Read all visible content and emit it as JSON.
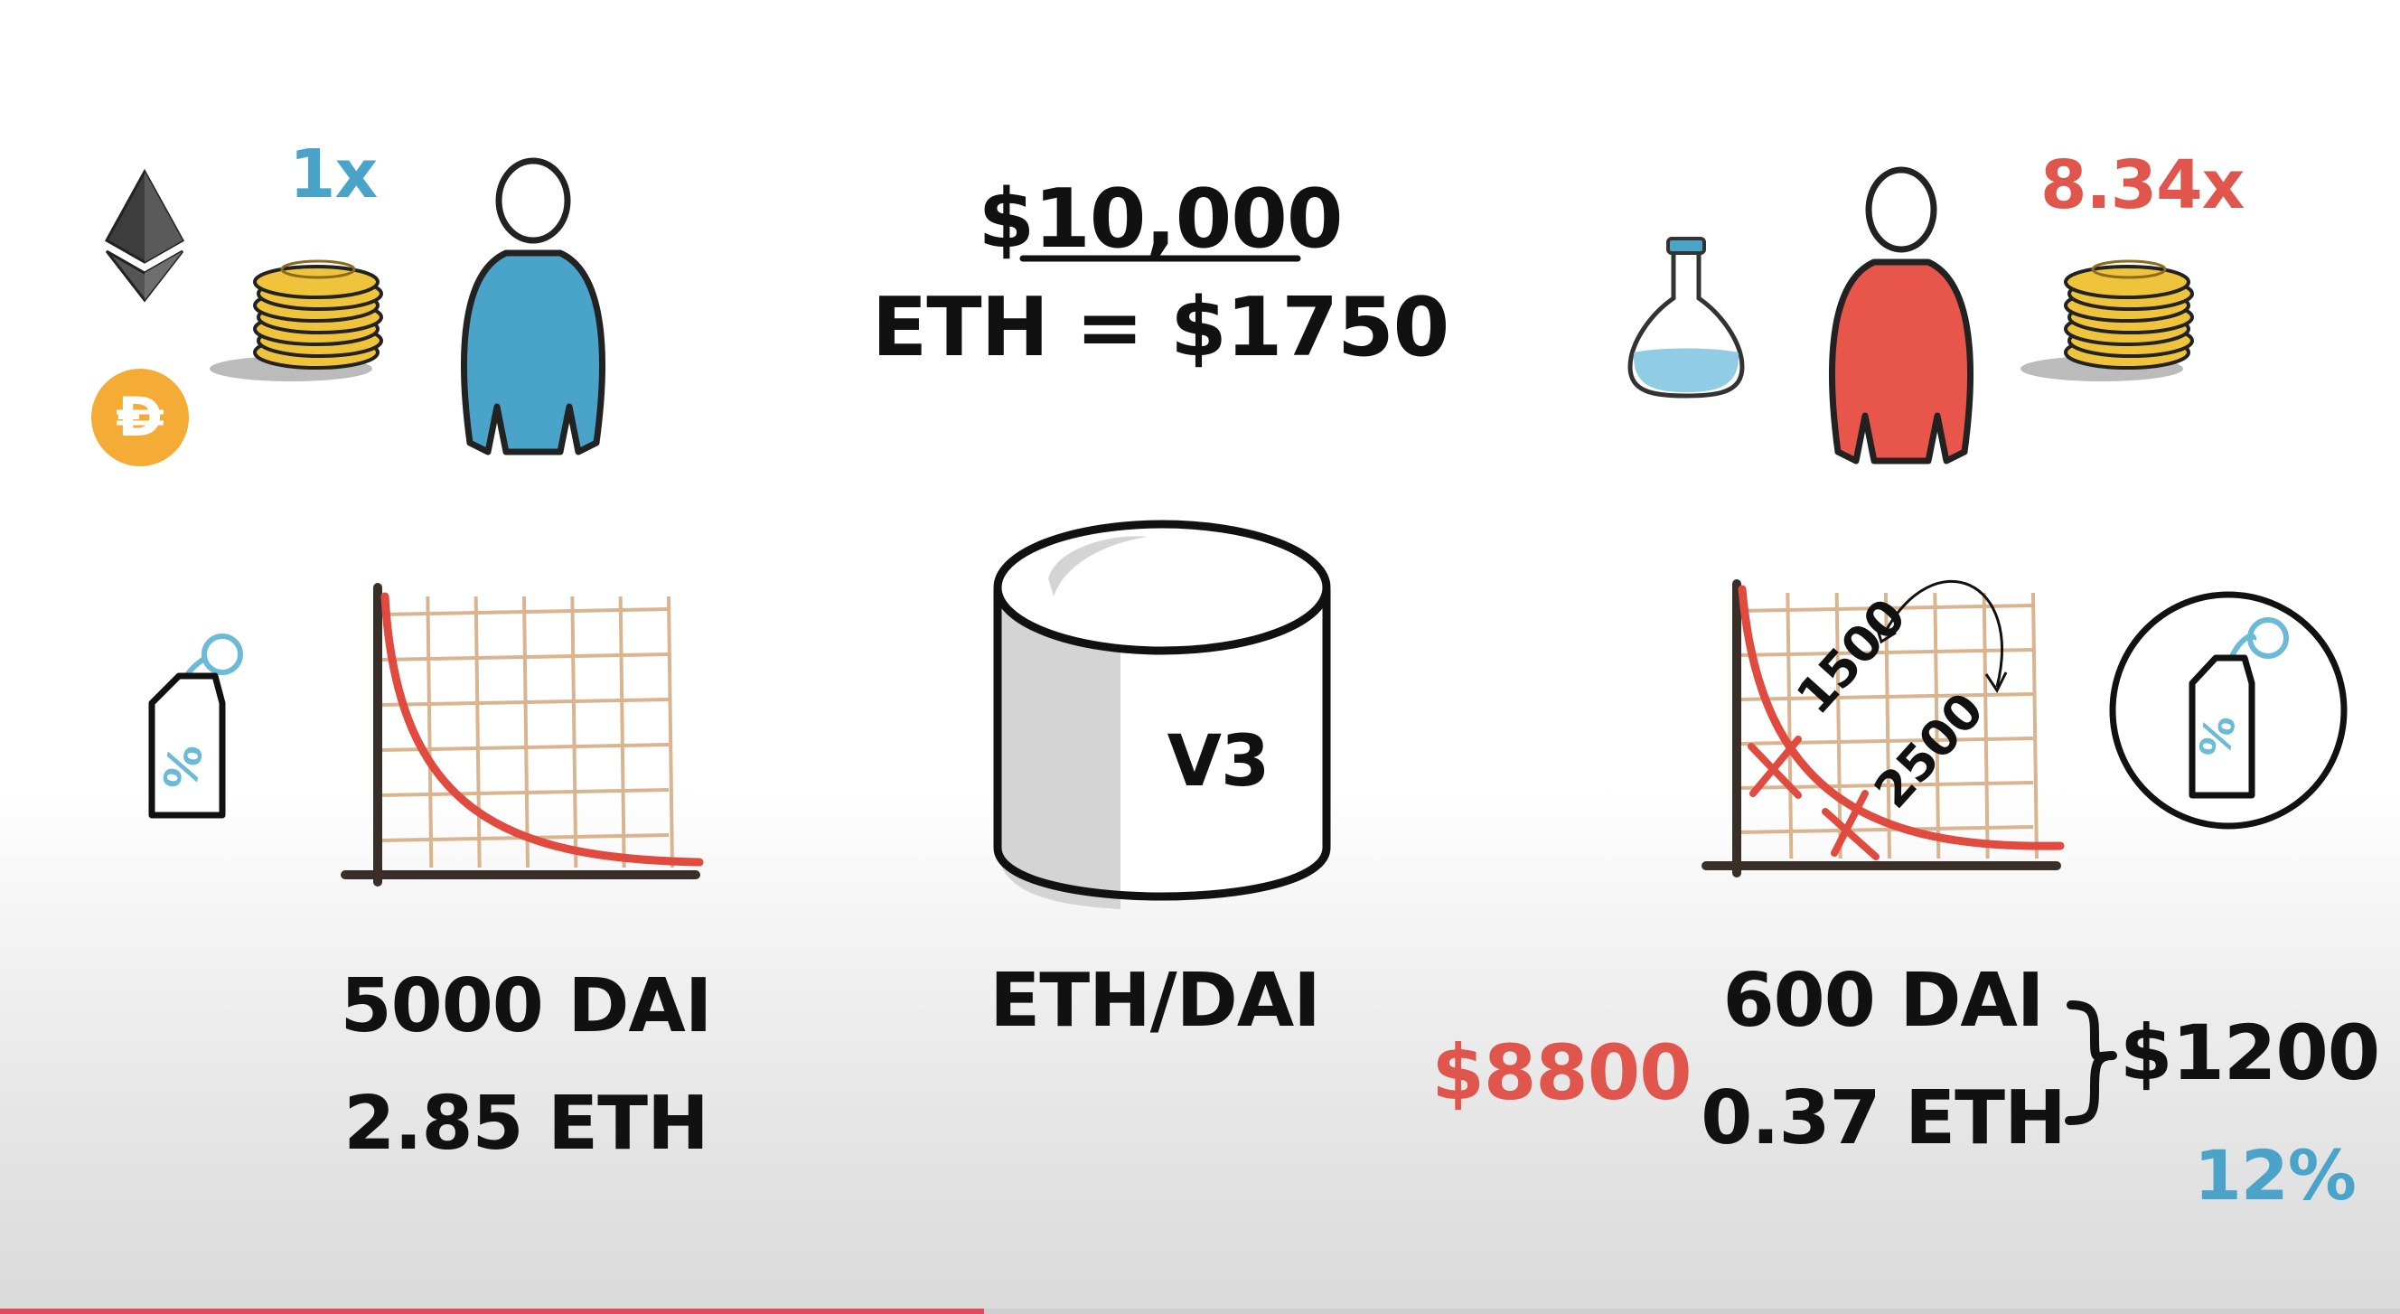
{
  "top_center": {
    "amount": "$10,000",
    "price": "ETH = $1750"
  },
  "left_user": {
    "leverage": "1x",
    "dai_amount": "5000 DAI",
    "eth_amount": "2.85 ETH"
  },
  "center_pool": {
    "version": "V3",
    "pair": "ETH/DAI"
  },
  "right_user": {
    "leverage": "8.34x",
    "dai_amount": "600 DAI",
    "eth_amount": "0.37 ETH",
    "remaining": "$8800",
    "total": "$1200",
    "percent": "12%",
    "range_low": "1500",
    "range_high": "2500"
  },
  "icons": [
    "ethereum-icon",
    "dai-coin-icon",
    "coin-stack-icon",
    "person-icon",
    "price-tag-icon",
    "liquidity-flask-icon",
    "database-cylinder-icon"
  ],
  "colors": {
    "blue": "#4aa3c9",
    "red": "#e8554a",
    "label_red": "#e0564c",
    "coin_gold": "#f0c33c",
    "dai_yellow": "#f5ac37",
    "grid_brown": "#d9b48f"
  },
  "video_progress": 0.41
}
